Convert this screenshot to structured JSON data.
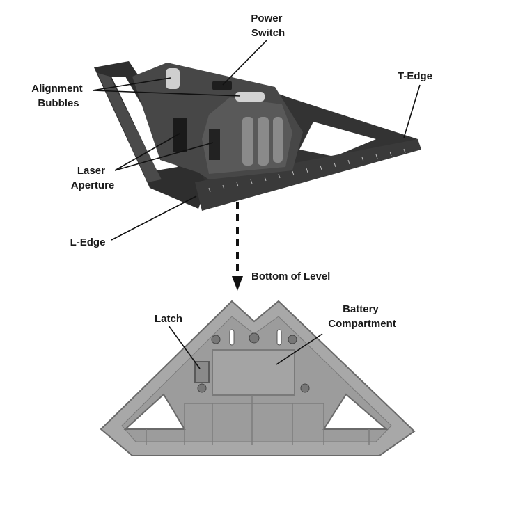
{
  "labels": {
    "power_switch": [
      "Power",
      "Switch"
    ],
    "alignment_bubbles": [
      "Alignment",
      "Bubbles"
    ],
    "t_edge": "T-Edge",
    "laser_aperture": [
      "Laser",
      "Aperture"
    ],
    "l_edge": "L-Edge",
    "bottom_of_level": "Bottom of Level",
    "latch": "Latch",
    "battery_compartment": [
      "Battery",
      "Compartment"
    ]
  },
  "colors": {
    "body_dark": "#3a3a3a",
    "body_mid": "#5c5c5c",
    "base_gray": "#9a9a9a",
    "base_light": "#b5b5b5",
    "leader": "#111111"
  }
}
